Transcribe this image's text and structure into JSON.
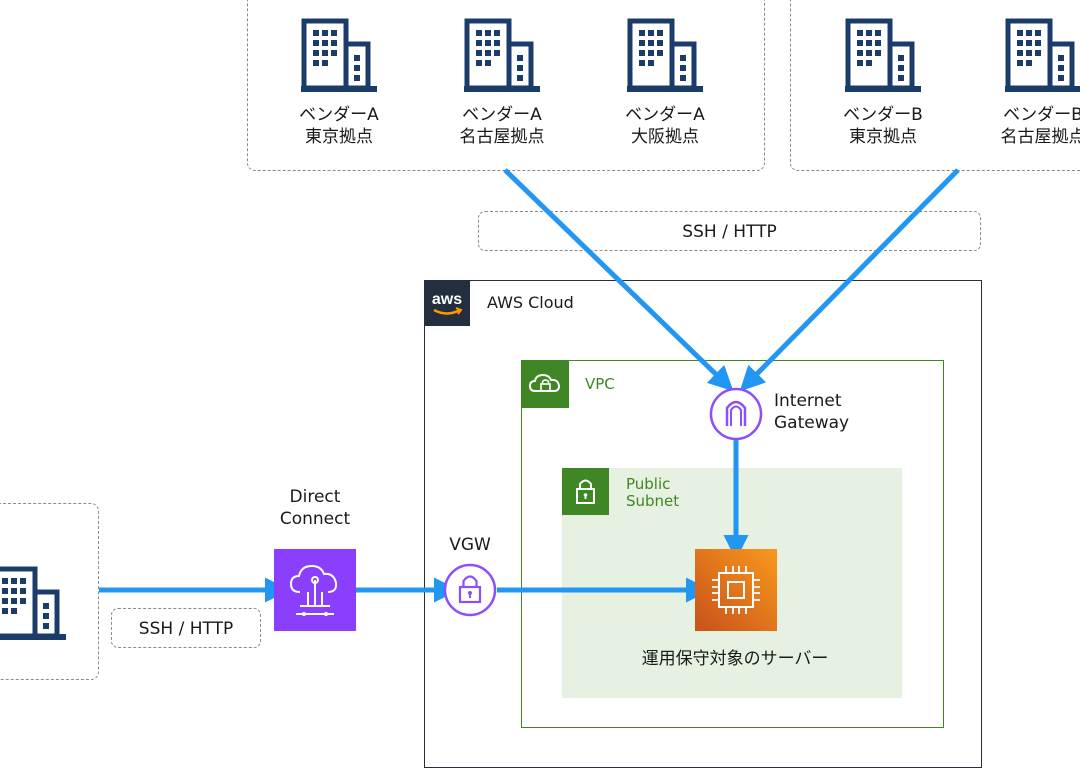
{
  "vendor_group_a": {
    "sites": [
      {
        "line1": "ベンダーA",
        "line2": "東京拠点"
      },
      {
        "line1": "ベンダーA",
        "line2": "名古屋拠点"
      },
      {
        "line1": "ベンダーA",
        "line2": "大阪拠点"
      }
    ]
  },
  "vendor_group_b": {
    "sites": [
      {
        "line1": "ベンダーB",
        "line2": "東京拠点"
      },
      {
        "line1": "ベンダーB",
        "line2": "名古屋拠点"
      }
    ]
  },
  "protocol_top": "SSH / HTTP",
  "protocol_left": "SSH / HTTP",
  "aws_cloud": {
    "badge": "aws",
    "label": "AWS Cloud"
  },
  "vpc": {
    "label": "VPC"
  },
  "public_subnet": {
    "line1": "Public",
    "line2": "Subnet"
  },
  "internet_gateway": {
    "line1": "Internet",
    "line2": "Gateway"
  },
  "direct_connect": {
    "line1": "Direct",
    "line2": "Connect"
  },
  "vgw": {
    "label": "VGW"
  },
  "server": {
    "label": "運用保守対象のサーバー"
  },
  "colors": {
    "arrow": "#2196f3",
    "building": "#1b3c6b",
    "direct_connect": "#8a3ffc",
    "gateway": "#8c4fff",
    "ec2_top": "#f59b1c",
    "ec2_bottom": "#d4581a",
    "vpc_green": "#3f8624",
    "aws_dark": "#232f3e"
  },
  "icons": {
    "building": "building-icon",
    "aws_logo": "aws-logo-icon",
    "vpc": "cloud-lock-icon",
    "subnet": "lock-icon",
    "internet_gateway": "internet-gateway-icon",
    "direct_connect": "direct-connect-icon",
    "vgw": "vpn-gateway-icon",
    "server": "ec2-instance-icon"
  }
}
